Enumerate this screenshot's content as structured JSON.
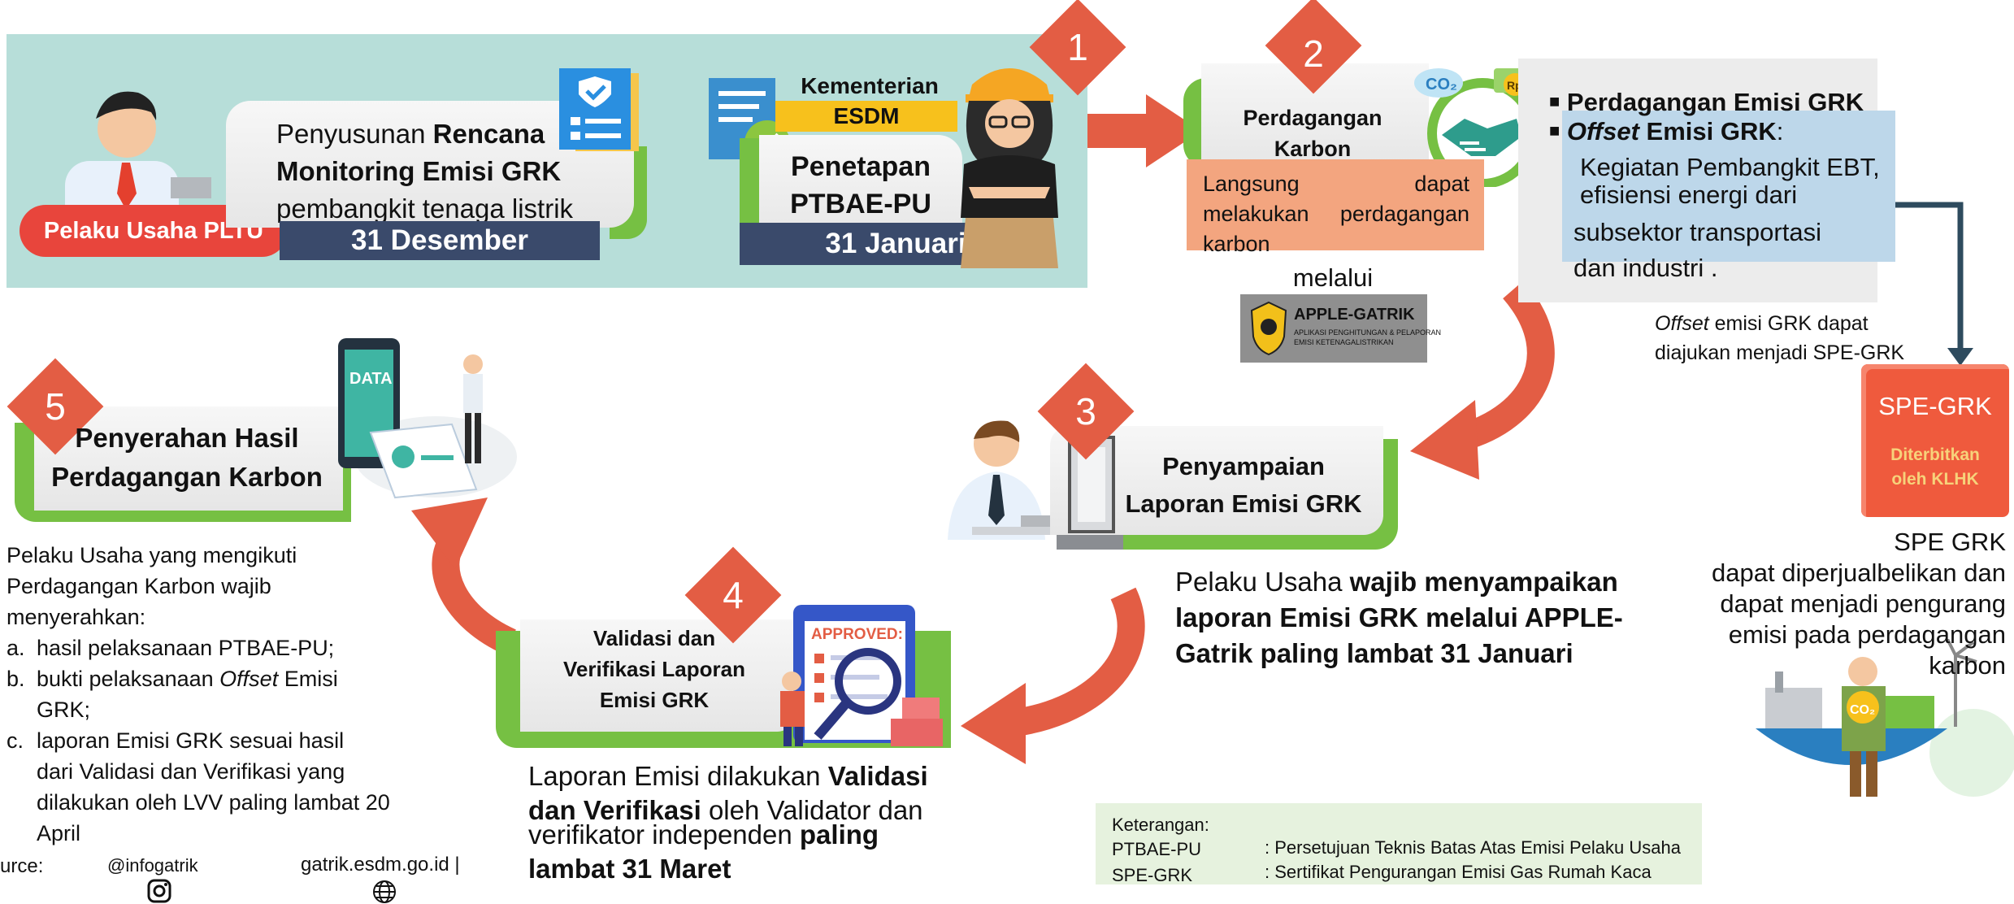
{
  "colors": {
    "teal_panel": "#b7ded9",
    "accent_red": "#e35d44",
    "green": "#76c043",
    "navy": "#3a4a6b",
    "orange_box": "#f3a57f",
    "blue_box": "#bdd7ea",
    "spe_red": "#ef5a3d"
  },
  "step1": {
    "number": "1",
    "actor_badge": "Pelaku Usaha PLTU",
    "card_line1_regular": "Penyusunan ",
    "card_line1_bold": "Rencana",
    "card_line2_bold": "Monitoring Emisi GRK",
    "card_line3": "pembangkit tenaga listrik",
    "deadline_a": "31 Desember",
    "ministry_line1": "Kementerian",
    "ministry_line2": "ESDM",
    "card2_line1": "Penetapan",
    "card2_line2": "PTBAE-PU",
    "deadline_b": "31 Januari"
  },
  "step2": {
    "number": "2",
    "title_line1": "Perdagangan",
    "title_line2": "Karbon",
    "orange_text": "Langsung dapat melakukan perdagangan karbon",
    "via": "melalui",
    "logo_title": "APPLE-GATRIK",
    "logo_sub1": "APLIKASI PENGHITUNGAN & PELAPORAN",
    "logo_sub2": "EMISI KETENAGALISTRIKAN",
    "bullet1": "Perdagangan Emisi GRK",
    "bullet2_italic": "Offset",
    "bullet2_rest": " Emisi GRK",
    "bullet2_colon": ":",
    "offset_lines": [
      "Kegiatan Pembangkit EBT,",
      "efisiensi energi dari",
      "subsektor transportasi",
      "dan industri ."
    ],
    "offset_note_italic": "Offset",
    "offset_note_rest": " emisi GRK dapat",
    "offset_note_line2": "diajukan menjadi SPE-GRK"
  },
  "spe": {
    "title": "SPE-GRK",
    "sub_line1": "Diterbitkan",
    "sub_line2": "oleh KLHK",
    "desc_lines": [
      "SPE GRK",
      "dapat diperjualbelikan dan",
      "dapat menjadi pengurang",
      "emisi pada perdagangan",
      "karbon"
    ]
  },
  "step3": {
    "number": "3",
    "title_line1": "Penyampaian",
    "title_line2": "Laporan Emisi GRK",
    "desc_regular": "Pelaku Usaha ",
    "desc_bold1": "wajib menyampaikan",
    "desc_bold2": "laporan Emisi GRK melalui APPLE-",
    "desc_bold3": "Gatrik paling lambat 31 Januari"
  },
  "step4": {
    "number": "4",
    "title_line1": "Validasi dan",
    "title_line2": "Verifikasi Laporan",
    "title_line3": "Emisi GRK",
    "stamp": "APPROVED:",
    "desc_a_regular": "Laporan Emisi dilakukan ",
    "desc_a_bold": "Validasi",
    "desc_b_bold": "dan Verifikasi",
    "desc_b_regular": " oleh Validator dan",
    "desc_c_regular": "verifikator independen ",
    "desc_c_bold": "paling",
    "desc_d_bold": "lambat 31 Maret"
  },
  "step5": {
    "number": "5",
    "title_line1": "Penyerahan Hasil",
    "title_line2": "Perdagangan Karbon",
    "screen_label": "DATA",
    "intro_lines": [
      "Pelaku Usaha yang mengikuti",
      "Perdagangan Karbon wajib",
      "menyerahkan:"
    ],
    "item_a_marker": "a.",
    "item_a": "hasil pelaksanaan PTBAE-PU;",
    "item_b_marker": "b.",
    "item_b_pre": "bukti pelaksanaan ",
    "item_b_italic": "Offset",
    "item_b_post": " Emisi",
    "item_b_line2": "GRK;",
    "item_c_marker": "c.",
    "item_c_lines": [
      "laporan Emisi GRK sesuai hasil",
      "dari Validasi dan Verifikasi yang",
      "dilakukan oleh LVV paling lambat 20",
      "April"
    ]
  },
  "legend": {
    "heading": "Keterangan:",
    "rows": [
      {
        "term": "PTBAE-PU",
        "definition": ": Persetujuan Teknis Batas Atas Emisi Pelaku Usaha"
      },
      {
        "term": "SPE-GRK",
        "definition": ": Sertifikat Pengurangan Emisi Gas Rumah Kaca"
      }
    ]
  },
  "footer": {
    "source_label": "urce:",
    "instagram_handle": "@infogatrik",
    "website": "gatrik.esdm.go.id |"
  },
  "graphics": {
    "co2_label": "CO₂",
    "rp_label": "Rp",
    "scale_co2": "CO₂"
  },
  "icons": [
    "clipboard-check-icon",
    "document-check-icon",
    "handshake-icon",
    "instagram-icon",
    "globe-icon",
    "magnifier-icon",
    "computer-icon"
  ]
}
